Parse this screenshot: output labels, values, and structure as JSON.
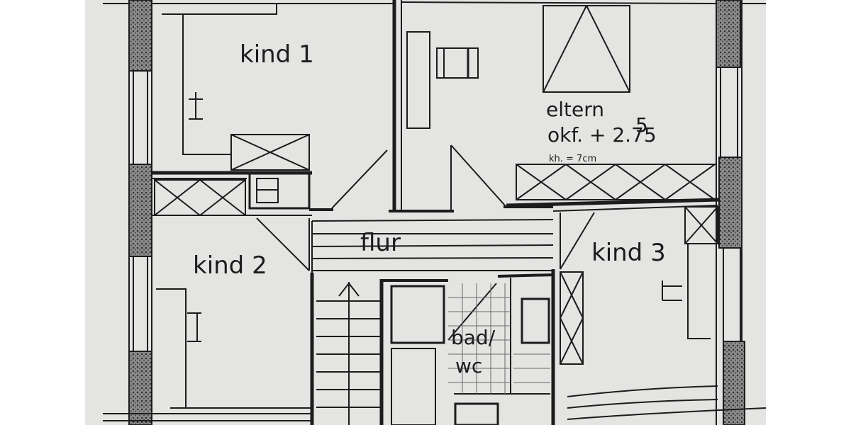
{
  "rooms": {
    "kind1": "kind 1",
    "kind2": "kind 2",
    "kind3": "kind 3",
    "eltern": "eltern",
    "flur": "flur",
    "bad": "bad/",
    "wc": "wc"
  },
  "annotations": {
    "level": "okf. + 2.75",
    "level_suffix": "5",
    "ceiling_height": "kh. = 7cm"
  },
  "colors": {
    "paper": "#e4e4e2",
    "ink": "#1c1c1c",
    "hatch": "#6a6a6a"
  }
}
